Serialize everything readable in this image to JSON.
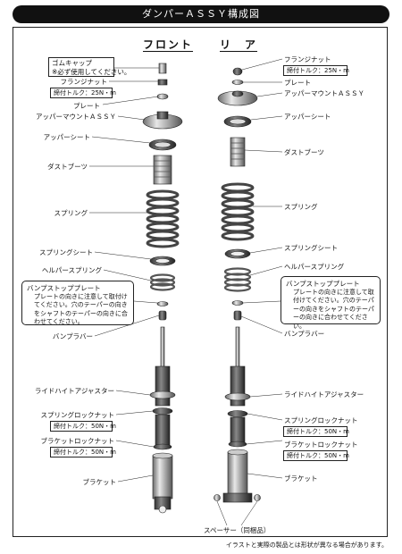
{
  "header": {
    "title": "ダンパーＡＳＳＹ構成図"
  },
  "columns": {
    "front": "フロント",
    "rear": "リ　ア"
  },
  "front": {
    "rubber_cap": "ゴムキャップ",
    "rubber_cap_note": "※必ず使用してください。",
    "flange_nut": "フランジナット",
    "torque_25": "締付トルク：25N・m",
    "plate": "プレート",
    "upper_mount": "アッパーマウントＡＳＳＹ",
    "upper_seat": "アッパーシート",
    "dust_boot": "ダストブーツ",
    "spring": "スプリング",
    "spring_seat": "スプリングシート",
    "helper_spring": "ヘルパースプリング",
    "bump_stop_title": "バンプストッププレート",
    "bump_stop_desc": "プレートの向きに注意して取付けてください。穴のテーパーの向きをシャフトのテーパーの向きに合わせてください。",
    "bump_rubber": "バンプラバー",
    "ride_height": "ライドハイトアジャスター",
    "spring_lock_nut": "スプリングロックナット",
    "torque_50a": "締付トルク：50N・m",
    "bracket_lock_nut": "ブラケットロックナット",
    "torque_50b": "締付トルク：50N・m",
    "bracket": "ブラケット"
  },
  "rear": {
    "flange_nut": "フランジナット",
    "torque_25": "締付トルク：25N・m",
    "plate": "プレート",
    "upper_mount": "アッパーマウントＡＳＳＹ",
    "upper_seat": "アッパーシート",
    "dust_boot": "ダストブーツ",
    "spring": "スプリング",
    "spring_seat": "スプリングシート",
    "helper_spring": "ヘルパースプリング",
    "bump_stop_title": "バンプストッププレート",
    "bump_stop_desc": "プレートの向きに注意して取付けてください。穴のテーパーの向きをシャフトのテーパーの向きに合わせてください。",
    "bump_rubber": "バンプラバー",
    "ride_height": "ライドハイトアジャスター",
    "spring_lock_nut": "スプリングロックナット",
    "torque_50a": "締付トルク：50N・m",
    "bracket_lock_nut": "ブラケットロックナット",
    "torque_50b": "締付トルク：50N・m",
    "bracket": "ブラケット"
  },
  "spacer": "スペーサー（同梱品）",
  "footer": "イラストと実際の製品とは形状が異なる場合があります。"
}
